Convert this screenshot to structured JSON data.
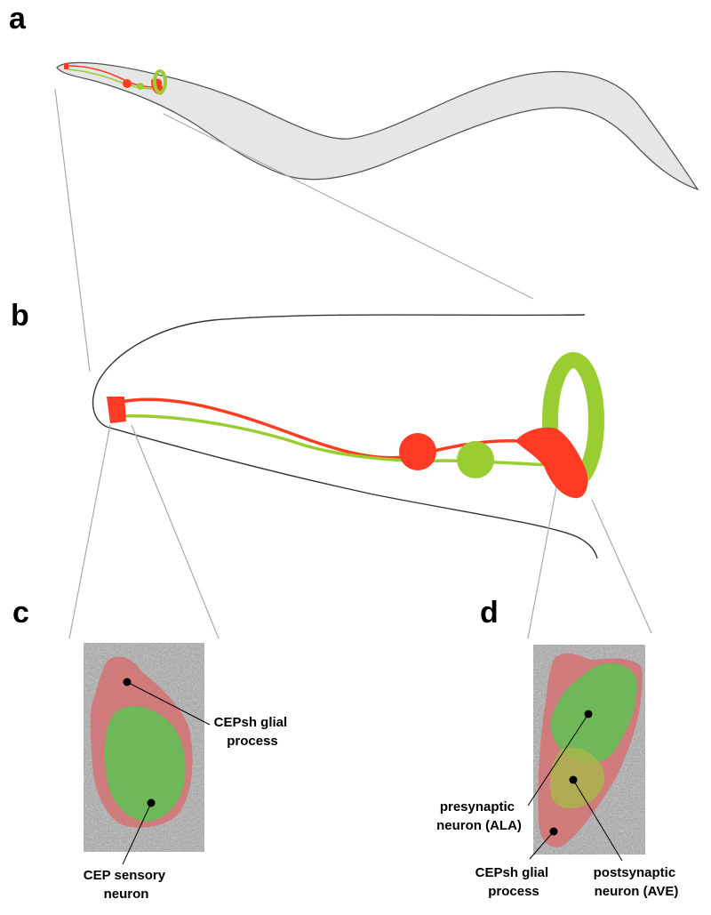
{
  "panels": {
    "a": {
      "label": "a"
    },
    "b": {
      "label": "b"
    },
    "c": {
      "label": "c",
      "callouts": {
        "glial": [
          "CEPsh glial",
          "process"
        ],
        "neuron": [
          "CEP sensory",
          "neuron"
        ]
      }
    },
    "d": {
      "label": "d",
      "callouts": {
        "presynaptic": [
          "presynaptic",
          "neuron (ALA)"
        ],
        "glial": [
          "CEPsh glial",
          "process"
        ],
        "postsynaptic": [
          "postsynaptic",
          "neuron (AVE)"
        ]
      }
    }
  },
  "colors": {
    "glia_red": "#ff3b24",
    "neuron_green": "#9acd32",
    "worm_body": "#e6e6e6",
    "em_red_overlay": "#d96a6a",
    "em_green_overlay": "#4fcc4f",
    "em_yellow_overlay": "#a8b84a"
  }
}
